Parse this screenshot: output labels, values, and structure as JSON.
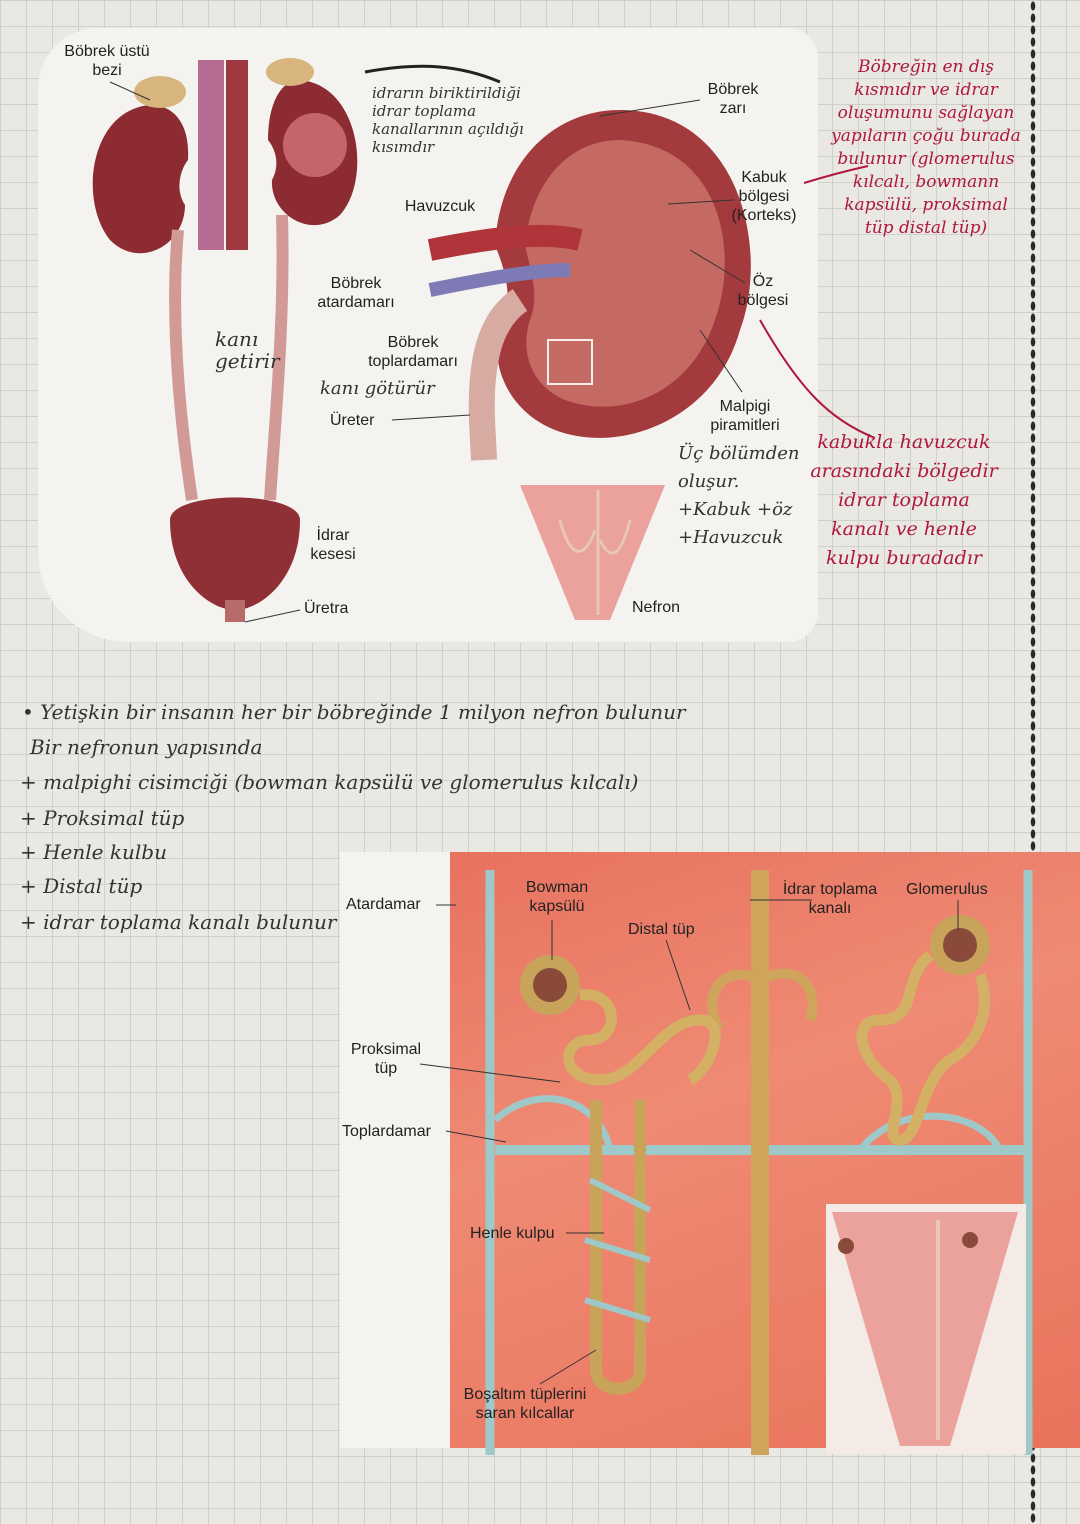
{
  "colors": {
    "accent_red": "#b0173f",
    "ink": "#333333",
    "kidney": "#9c3038",
    "tube": "#c7a45a",
    "vessel": "#9fc8c8"
  },
  "top_figure": {
    "labels": {
      "adrenal": "Böbrek üstü bezi",
      "capsule": "Böbrek zarı",
      "cortex": "Kabuk bölgesi (Korteks)",
      "pelvis": "Havuzcuk",
      "renal_artery": "Böbrek atardamarı",
      "renal_vein": "Böbrek toplardamarı",
      "medulla": "Öz bölgesi",
      "ureter": "Üreter",
      "pyramids": "Malpigi piramitleri",
      "bladder": "İdrar kesesi",
      "urethra": "Üretra",
      "nephron": "Nefron"
    },
    "notes": {
      "pelvis_note": "idrarın biriktirildiği idrar toplama kanallarının açıldığı kısımdır",
      "artery_note": "kanı getirir",
      "vein_note": "kanı götürür",
      "three_regions": "Üç bölümden oluşur. +Kabuk +öz +Havuzcuk",
      "cortex_note": "Böbreğin en dış kısmıdır ve idrar oluşumunu sağlayan yapıların çoğu burada bulunur (glomerulus kılcalı, bowmann kapsülü, proksimal tüp distal tüp)",
      "medulla_note": "kabukla havuzcuk arasındaki bölgedir idrar toplama kanalı ve henle kulpu buradadır"
    }
  },
  "handwritten_list": [
    "• Yetişkin bir insanın her bir böbreğinde 1 milyon nefron bulunur",
    "Bir nefronun yapısında",
    "+ malpighi cisimciği (bowman kapsülü ve glomerulus kılcalı)",
    "+ Proksimal tüp",
    "+ Henle kulbu",
    "+ Distal tüp",
    "+ idrar toplama kanalı bulunur"
  ],
  "bottom_figure": {
    "labels": {
      "artery": "Atardamar",
      "bowman": "Bowman kapsülü",
      "distal": "Distal tüp",
      "collecting": "İdrar toplama kanalı",
      "glomerulus": "Glomerulus",
      "proximal": "Proksimal tüp",
      "vein": "Toplardamar",
      "henle": "Henle kulpu",
      "capillaries": "Boşaltım tüplerini saran kılcallar"
    }
  }
}
